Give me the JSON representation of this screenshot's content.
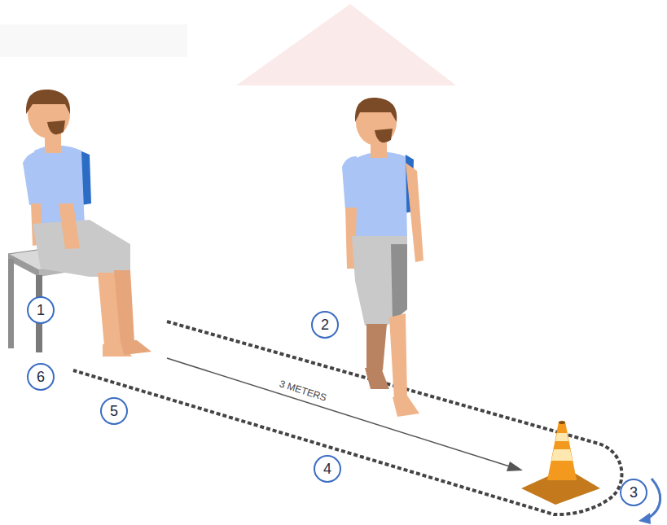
{
  "diagram": {
    "nodes": [
      {
        "text": [
          "1"
        ]
      },
      {
        "text": [
          "2"
        ]
      },
      {
        "text": [
          "3"
        ]
      },
      {
        "text": [
          "4"
        ]
      },
      {
        "text": [
          "5"
        ]
      },
      {
        "text": [
          "6"
        ]
      }
    ],
    "labels": [
      "3 METERS"
    ]
  }
}
